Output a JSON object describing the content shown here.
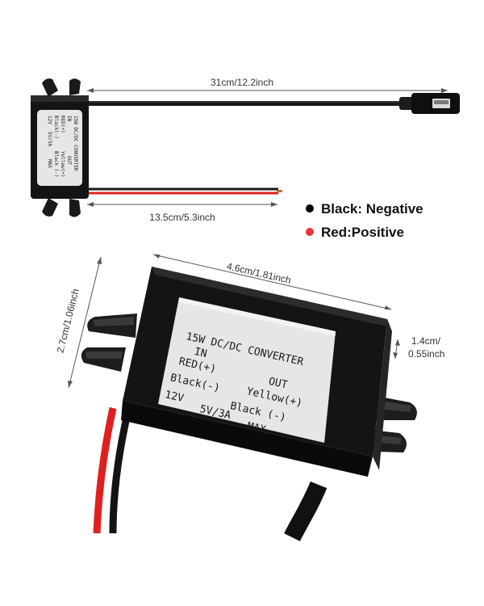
{
  "colors": {
    "background": "#ffffff",
    "housing": "#141414",
    "red_wire": "#e02020",
    "black_wire": "#111111",
    "label": "#e6e6e6",
    "legend_black_dot": "#000000",
    "legend_red_dot": "#e53935"
  },
  "dimensions": {
    "cable_length": "31cm/12.2inch",
    "input_wire_length": "13.5cm/5.3inch",
    "length": "4.6cm/1.81inch",
    "width": "2.7cm/1.06inch",
    "height_line1": "1.4cm/",
    "height_line2": "0.55inch"
  },
  "legend": {
    "black": "Black: Negative",
    "red": "Red:Positive"
  },
  "label": {
    "title": "15W DC/DC CONVERTER",
    "in": "IN",
    "out": "OUT",
    "red_plus": "RED(+)",
    "black_minus_in": "Black(-)",
    "yellow_plus": "Yellow(+)",
    "black_minus_out": "Black (-)",
    "input_voltage": "12V",
    "output_rating": "5V/3A",
    "max": "MAX"
  },
  "icons": {
    "connector": "usb-a-female-connector-icon"
  }
}
